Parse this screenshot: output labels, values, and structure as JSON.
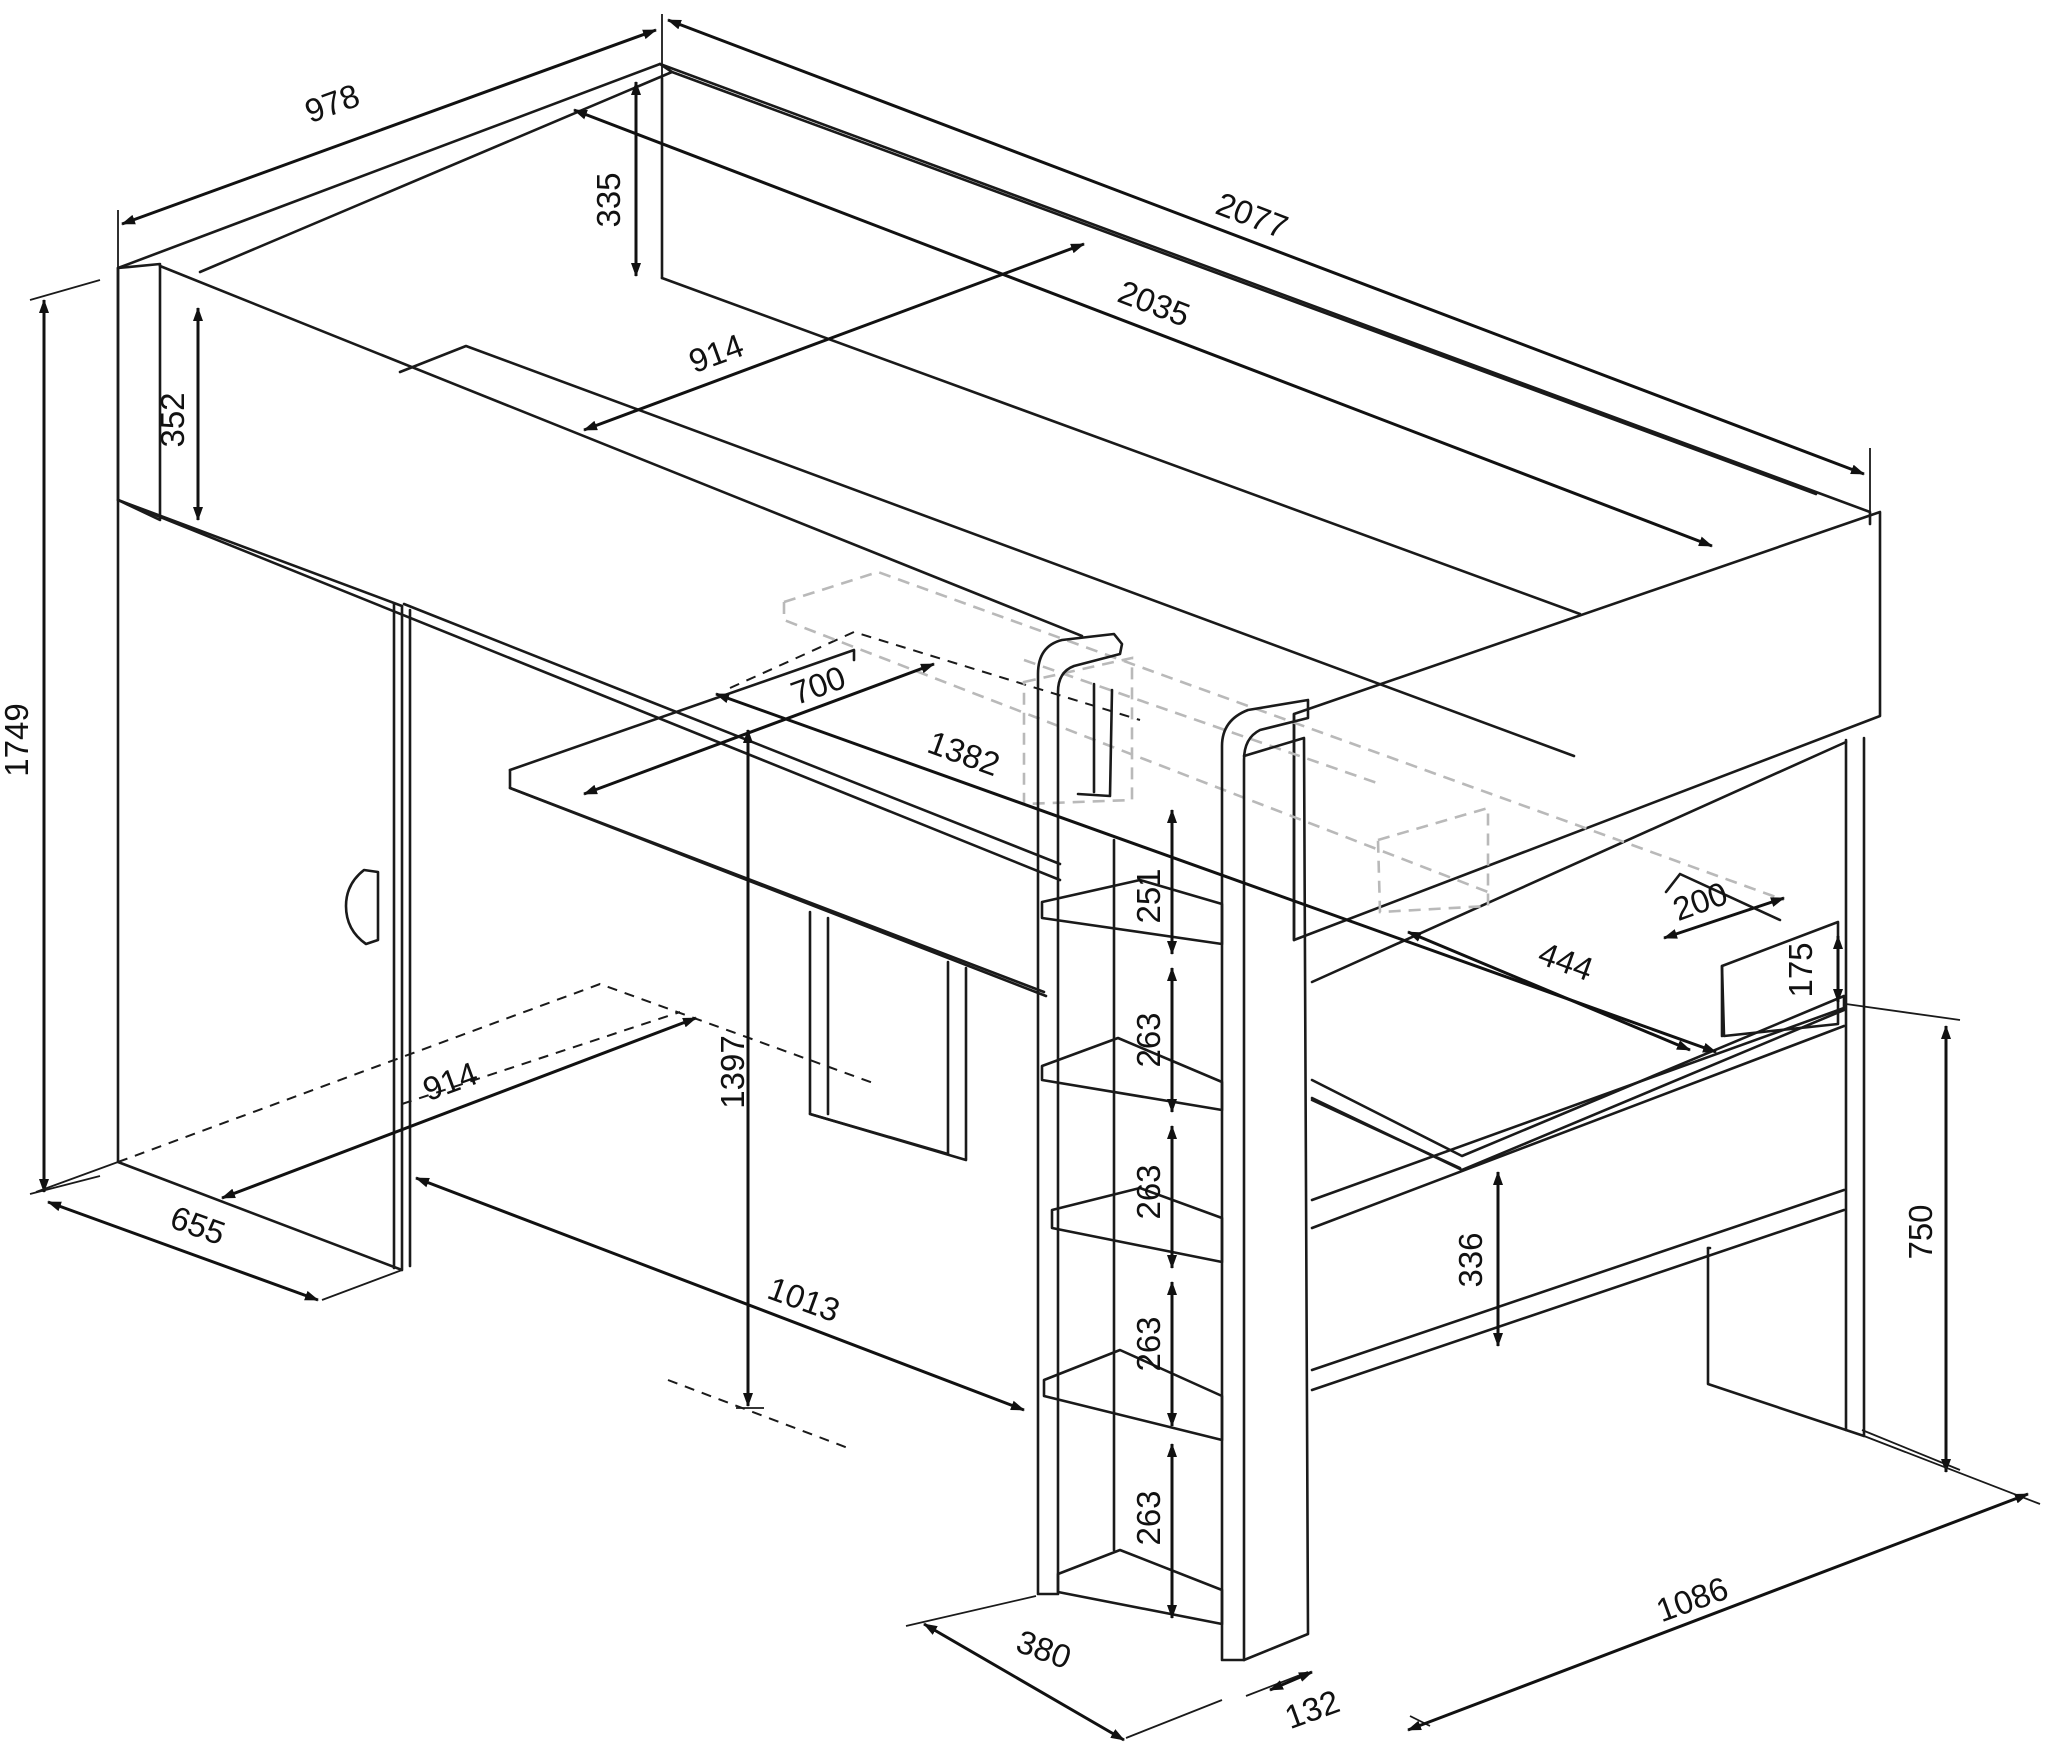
{
  "dimensions": {
    "overall_length": "2077",
    "overall_depth": "978",
    "inner_length": "2035",
    "mattress_width": "914",
    "guard_height_back": "335",
    "guard_height_front": "352",
    "total_height": "1749",
    "desk_depth": "700",
    "desk_length": "1382",
    "under_bed_clearance": "1397",
    "wardrobe_depth": "655",
    "wardrobe_width": "914",
    "desk_offset": "1013",
    "ladder_step_top": "251",
    "ladder_step_1": "263",
    "ladder_step_2": "263",
    "ladder_step_3": "263",
    "ladder_step_4": "263",
    "ladder_width": "380",
    "ladder_depth": "132",
    "shelf_width": "444",
    "shelf_depth": "200",
    "shelf_height": "175",
    "shelf_clearance": "336",
    "desk_height": "750",
    "frame_end_width": "1086"
  }
}
